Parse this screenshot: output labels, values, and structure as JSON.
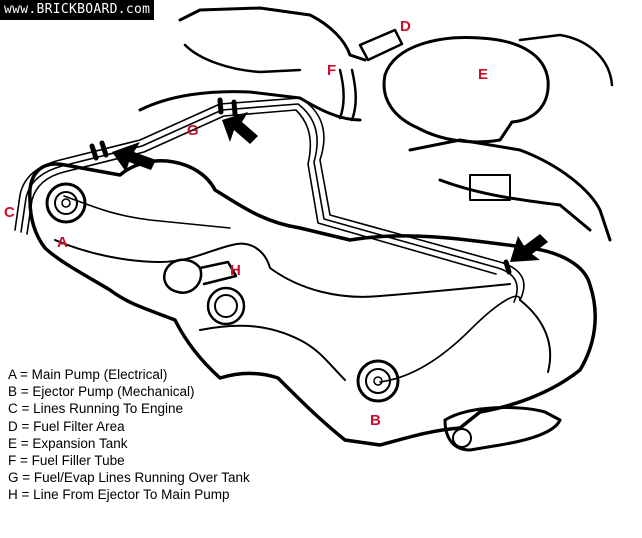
{
  "watermark": "www.BRICKBOARD.com",
  "labels": {
    "a": "A",
    "b": "B",
    "c": "C",
    "d": "D",
    "e": "E",
    "f": "F",
    "g": "G",
    "h": "H"
  },
  "legend": [
    "A = Main Pump (Electrical)",
    "B = Ejector Pump (Mechanical)",
    "C = Lines Running To Engine",
    "D = Fuel Filter Area",
    "E = Expansion Tank",
    "F = Fuel Filler Tube",
    "G = Fuel/Evap Lines Running Over Tank",
    "H = Line From Ejector To Main Pump"
  ],
  "colors": {
    "label": "#c8102e",
    "line": "#000000",
    "background": "#ffffff"
  }
}
